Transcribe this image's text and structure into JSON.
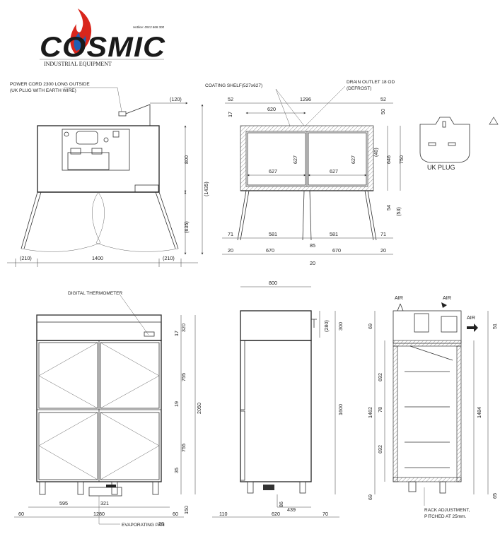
{
  "brand": {
    "logo_word": "COSMIC",
    "tagline": "INDUSTRIAL EQUIPMENT",
    "hotline": "Hotline: 0913 868 300",
    "colors": {
      "ink": "#1a1a1a",
      "flame_red": "#d9261c",
      "flame_blue": "#1f5fb4"
    }
  },
  "top_left": {
    "power_cord_label": "POWER CORD 2300 LONG OUTSIDE",
    "power_cord_note": "(UK PLUG WITH EARTH WIRE)",
    "dims": {
      "d120": "(120)",
      "d800": "800",
      "d1435": "(1435)",
      "d635": "(635)",
      "d210_left": "(210)",
      "d1400": "1400",
      "d210_right": "(210)"
    }
  },
  "top_mid": {
    "coating_shelf_label": "COATING SHELF(527x627)",
    "drain_outlet_label": "DRAIN OUTLET 18 OD",
    "drain_outlet_note": "(DEFROST)",
    "dims": {
      "d52_left": "52",
      "d1296": "1296",
      "d52_right": "52",
      "d17": "17",
      "d620": "620",
      "d50": "50",
      "d627_v_left": "627",
      "d627_v_right": "627",
      "d40": "(40)",
      "d646": "646",
      "d750": "750",
      "d627_h_left": "627",
      "d627_h_right": "627",
      "d54": "54",
      "d53": "(53)",
      "d71_left": "71",
      "d581_left": "581",
      "d581_right": "581",
      "d71_right": "71",
      "d20_left": "20",
      "d670_left": "670",
      "d85": "85",
      "d670_right": "670",
      "d20_right": "20",
      "d20_bottom": "20"
    }
  },
  "plug": {
    "label": "UK PLUG"
  },
  "front": {
    "thermometer_label": "DIGITAL THERMOMETER",
    "evaporating_pan_label": "EVAPORATING PAN",
    "dims": {
      "d17": "17",
      "d320": "320",
      "d755_top": "755",
      "d19": "19",
      "d2050": "2050",
      "d755_bottom": "755",
      "d35": "35",
      "d150": "150",
      "d60_left": "60",
      "d595": "595",
      "d321": "321",
      "d60_right": "60",
      "d1280": "1280",
      "d20": "20"
    }
  },
  "side": {
    "dims": {
      "d800": "800",
      "d280": "(280)",
      "d300": "300",
      "d1600": "1600",
      "d86": "86",
      "d439": "439",
      "d110": "110",
      "d620": "620",
      "d70": "70"
    }
  },
  "section": {
    "air_left": "AIR",
    "air_mid": "AIR",
    "air_right": "AIR",
    "rack_label": "RACK ADJUSTMENT,",
    "rack_note": "PITCHED AT 25mm.",
    "dims": {
      "d69_top": "69",
      "d692_top": "692",
      "d1462": "1462",
      "d78": "78",
      "d692_bottom": "692",
      "d69_bottom": "69",
      "d51": "51",
      "d1484": "1484",
      "d65": "65"
    }
  }
}
